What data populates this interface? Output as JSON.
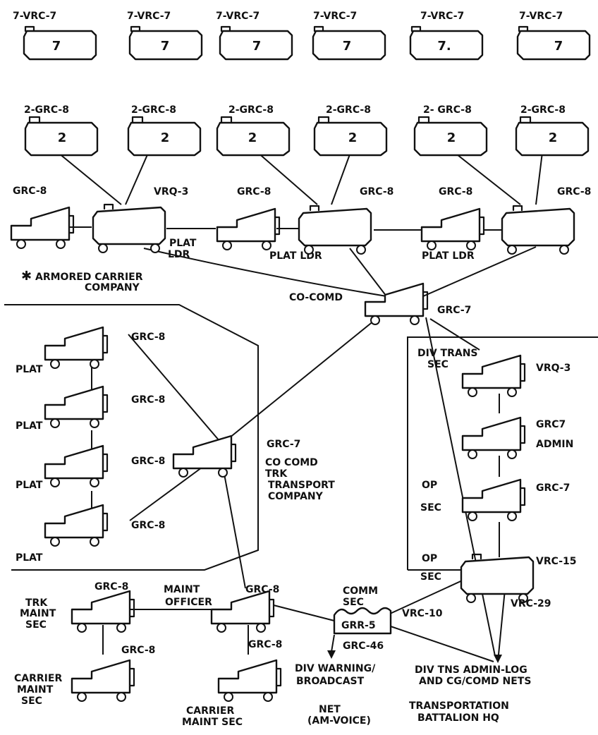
{
  "top_row": {
    "label": "7-VRC-7",
    "count": "7",
    "count_alt": "7.",
    "items": 6
  },
  "second_row": {
    "label": "2-GRC-8",
    "label_spaced": "2- GRC-8",
    "count": "2",
    "items": 6
  },
  "carrier_company": {
    "left_truck_label": "GRC-8",
    "carrier1_label": "VRQ-3",
    "truck2_label": "GRC-8",
    "carrier2_label": "GRC-8",
    "truck3_label": "GRC-8",
    "carrier3_label": "GRC-8",
    "plat_ldr_1a": "PLAT",
    "plat_ldr_1b": "LDR",
    "plat_ldr_2": "PLAT LDR",
    "plat_ldr_3": "PLAT LDR",
    "company_title_1": "ARMORED  CARRIER",
    "company_title_2": "COMPANY",
    "asterisk": "✱",
    "co_comd": "CO-COMD",
    "co_comd_radio": "GRC-7"
  },
  "truck_company": {
    "plat_label": "PLAT",
    "radio": "GRC-8",
    "co_radio": "GRC-7",
    "co_line1": "CO COMD",
    "co_line2": "TRK",
    "co_line3": "TRANSPORT",
    "co_line4": "COMPANY"
  },
  "battalion_hq": {
    "div_trans_1": "DIV TRANS",
    "div_trans_2": "SEC",
    "div_trans_radio": "VRQ-3",
    "admin_radio": "GRC7",
    "admin_label": "ADMIN",
    "op_sec_1": "OP",
    "op_sec_2": "SEC",
    "op_radio": "GRC-7",
    "op2_radio_a": "VRC-15",
    "op2_radio_b": "VRC-29",
    "title_1": "TRANSPORTATION",
    "title_2": "BATTALION HQ"
  },
  "maintenance": {
    "trk_maint_1": "TRK",
    "trk_maint_2": "MAINT",
    "trk_maint_3": "SEC",
    "radio": "GRC-8",
    "maint_officer_1": "MAINT",
    "maint_officer_2": "OFFICER",
    "carrier_maint_1": "CARRIER",
    "carrier_maint_2": "MAINT",
    "carrier_maint_3": "SEC",
    "carrier_maint_b1": "CARRIER",
    "carrier_maint_b2": "MAINT SEC"
  },
  "comm": {
    "comm_1": "COMM",
    "comm_2": "SEC",
    "grr": "GRR-5",
    "vrc10": "VRC-10",
    "grc46": "GRC-46",
    "div_warning_1": "DIV WARNING/",
    "div_warning_2": "BROADCAST",
    "div_warning_3": "NET",
    "div_warning_4": "(AM-VOICE)",
    "div_tns_1": "DIV TNS ADMIN-LOG",
    "div_tns_2": "AND CG/COMD NETS"
  }
}
